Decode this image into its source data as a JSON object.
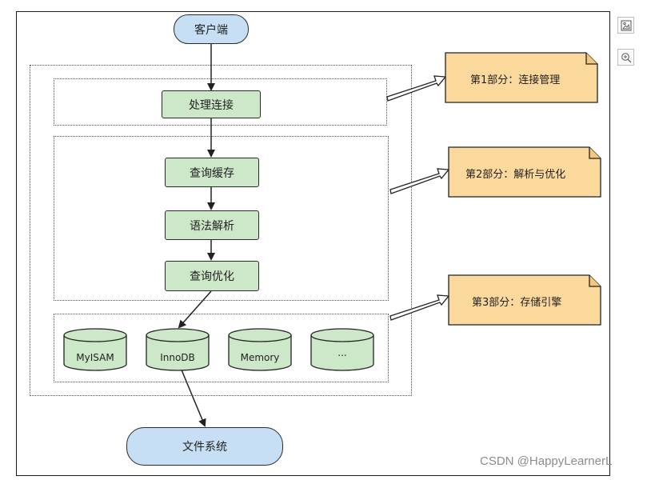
{
  "diagram": {
    "client": "客户端",
    "connection": "处理连接",
    "query_cache": "查询缓存",
    "parse": "语法解析",
    "optimize": "查询优化",
    "engines": [
      "MyISAM",
      "InnoDB",
      "Memory",
      "..."
    ],
    "file_system": "文件系统",
    "notes": [
      "第1部分：连接管理",
      "第2部分：解析与优化",
      "第3部分：存储引擎"
    ]
  },
  "side_buttons": [
    "image-icon",
    "zoom-in-icon"
  ],
  "watermark": "CSDN @HappyLearnerL",
  "colors": {
    "pill_fill": "#c6dff5",
    "step_fill": "#cde8c8",
    "note_fill": "#fbd89c"
  }
}
